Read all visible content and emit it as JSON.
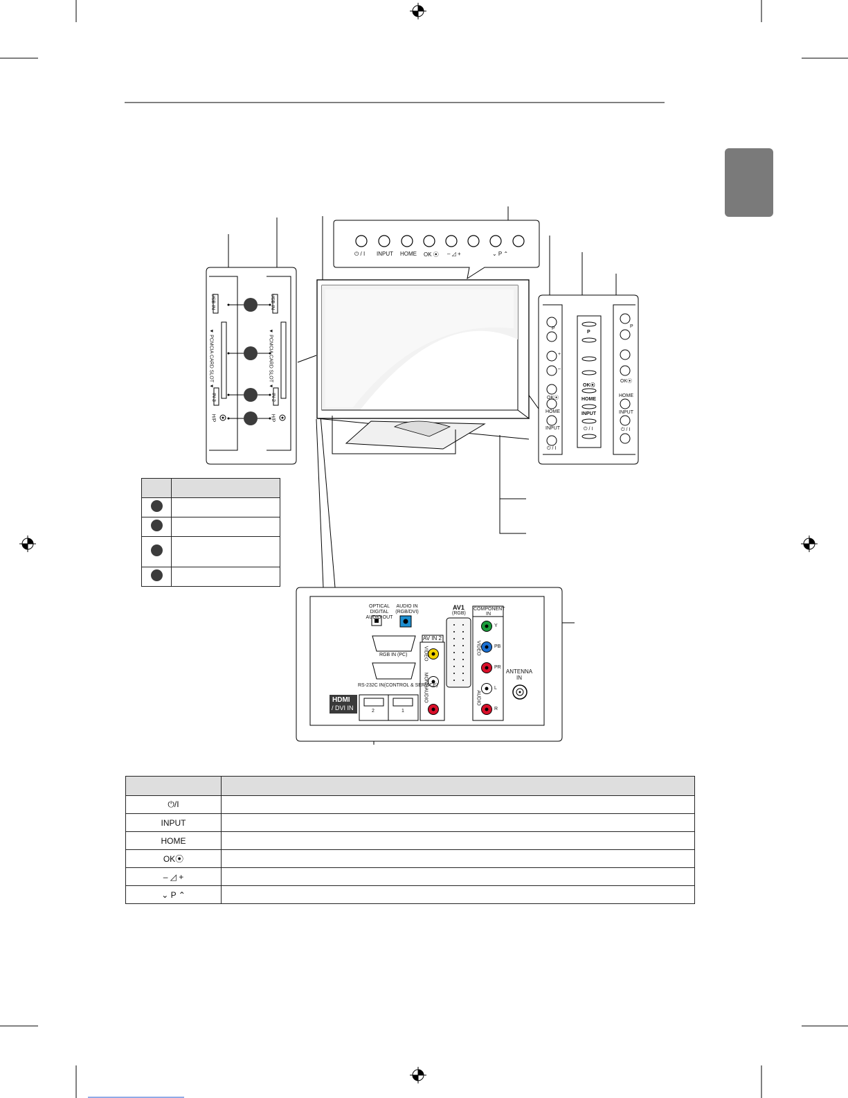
{
  "top_panel": {
    "buttons": [
      "⏻/I",
      "INPUT",
      "HOME",
      "OK",
      "–",
      "+",
      "⌄",
      "P",
      "⌃"
    ],
    "labels": [
      "⏻ / I",
      "INPUT",
      "HOME",
      "OK ⦿",
      "–  ◿  +",
      "⌄   P   ⌃"
    ]
  },
  "side_panel_a": {
    "labels": [
      "P",
      "+",
      "–",
      "OK⦿",
      "HOME",
      "INPUT",
      "⏻ / I"
    ]
  },
  "side_panel_b": {
    "labels": [
      "P",
      "OK⦿",
      "HOME",
      "INPUT",
      "⏻ / I"
    ]
  },
  "side_panel_c": {
    "labels": [
      "P",
      "OK⦿",
      "HOME",
      "INPUT",
      "⏻ / I"
    ]
  },
  "left_port_panel": {
    "usb": "USB IN",
    "pcmcia": "▼ PCMCIA CARD SLOT ▼",
    "hdmi3": "IN 3",
    "hdmi2": "IN 2",
    "headphone": "H/P"
  },
  "rear_panel": {
    "optical": "OPTICAL DIGITAL\nAUDIO OUT",
    "audio_in": "AUDIO IN\n(RGB/DVI)",
    "rgb_in": "RGB IN (PC)",
    "rs232": "RS-232C IN(CONTROL & SERVICE)",
    "hdmi_logo": "HDMI",
    "dvi_in": "/ DVI IN",
    "hdmi_2": "2",
    "hdmi_1": "1",
    "av_in2": "AV IN 2",
    "video": "VIDEO",
    "mono": "MONO",
    "audio": "AUDIO",
    "av1": "AV1",
    "av1_rgb": "(RGB)",
    "component": "COMPONENT\nIN",
    "y": "Y",
    "pb": "PB",
    "pr": "PR",
    "l": "L",
    "r": "R",
    "video_vert": "VIDEO",
    "audio_vert": "AUDIO",
    "antenna": "ANTENNA\nIN"
  },
  "func_table": {
    "rows": [
      "⏻/I",
      "INPUT",
      "HOME",
      "OK⦿",
      "–  ◿  +",
      "⌄  P  ⌃"
    ]
  }
}
